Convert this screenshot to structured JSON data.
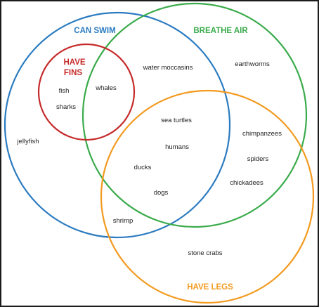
{
  "sets": {
    "can_swim": {
      "label": "CAN SWIM",
      "color": "#2b7bc0"
    },
    "breathe_air": {
      "label": "BREATHE AIR",
      "color": "#3aab4b"
    },
    "have_fins": {
      "label_line1": "HAVE",
      "label_line2": "FINS",
      "color": "#c62a2a"
    },
    "have_legs": {
      "label": "HAVE LEGS",
      "color": "#f39a1f"
    }
  },
  "items": {
    "fish": "fish",
    "sharks": "sharks",
    "whales": "whales",
    "jellyfish": "jellyfish",
    "water_moccasins": "water moccasins",
    "earthworms": "earthworms",
    "sea_turtles": "sea turtles",
    "humans": "humans",
    "ducks": "ducks",
    "dogs": "dogs",
    "chimpanzees": "chimpanzees",
    "spiders": "spiders",
    "chickadees": "chickadees",
    "shrimp": "shrimp",
    "stone_crabs": "stone crabs"
  }
}
